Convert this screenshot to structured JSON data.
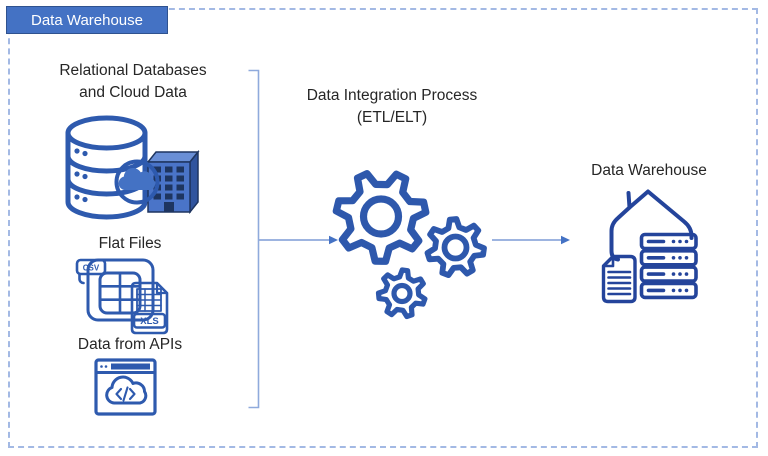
{
  "diagram": {
    "title_badge": "Data Warehouse",
    "sources": {
      "relational": {
        "line1": "Relational Databases",
        "line2": "and Cloud Data"
      },
      "flat_files": {
        "label": "Flat Files",
        "csv_badge": "CSV",
        "xls_badge": "XLS"
      },
      "apis": {
        "label": "Data from APIs"
      }
    },
    "process": {
      "line1": "Data Integration Process",
      "line2": "(ETL/ELT)"
    },
    "destination": {
      "label": "Data Warehouse"
    },
    "icons": {
      "sources": "database-cloud-building-icon",
      "flat_files": "csv-xls-files-icon",
      "apis": "browser-cloud-code-icon",
      "process": "three-gears-icon",
      "destination": "warehouse-server-rack-document-icon"
    },
    "colors": {
      "accent_blue": "#4472C4",
      "accent_blue_dark": "#2F528F",
      "icon_stroke_blue": "#2E5AAE",
      "warehouse_stroke_blue": "#24449B",
      "gear_stroke_blue": "#2E58AC",
      "connector_line_blue": "#8FAADC",
      "arrowhead_blue": "#4472C4",
      "dashed_border_blue": "#A3B9E4",
      "text_color": "#262626",
      "building_front": "#4A74C8",
      "building_side": "#30549E",
      "building_top": "#6A8FD6",
      "building_window_navy": "#1E3560"
    }
  }
}
